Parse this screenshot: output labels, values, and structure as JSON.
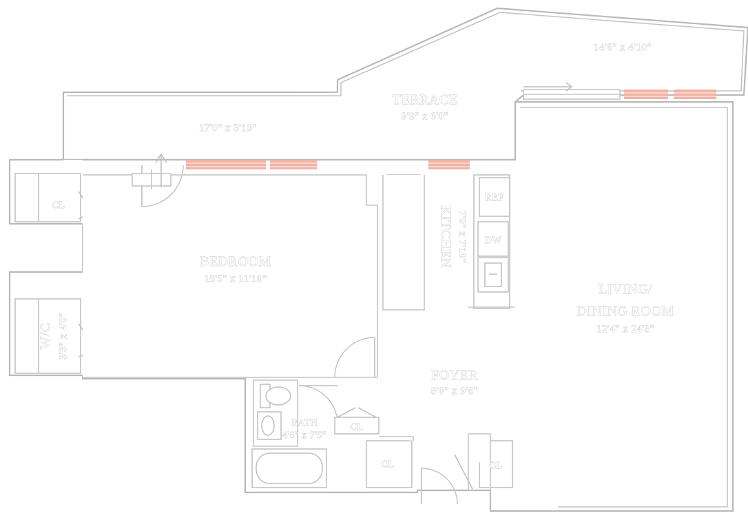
{
  "plan": {
    "rooms": {
      "terrace": {
        "name": "TERRACE",
        "dim": "9'9\" x 6'0\""
      },
      "terrace_left": {
        "dim": "17'0\" x 3'10\""
      },
      "terrace_right": {
        "dim": "14'6\" x 4'10\""
      },
      "bedroom": {
        "name": "BEDROOM",
        "dim": "18'5\" x 11'10\""
      },
      "kitchen": {
        "name": "KITCHEN",
        "dim": "7'9\" x 7'10\""
      },
      "living": {
        "name_line1": "LIVING/",
        "name_line2": "DINING ROOM",
        "dim": "12'4\" x 24'8\""
      },
      "foyer": {
        "name": "FOYER",
        "dim": "8'0\" x 9'6\""
      },
      "bath": {
        "name": "BATH",
        "dim": "4'6\" x 7'5\""
      },
      "wic": {
        "name": "W/C",
        "dim": "3'3\" x 4'0\""
      }
    },
    "closet_label": "CL",
    "appliances": {
      "ref": "REF",
      "dw": "DW"
    },
    "window_color": "#f3b2a6",
    "wall_color": "#b9b9b9"
  }
}
